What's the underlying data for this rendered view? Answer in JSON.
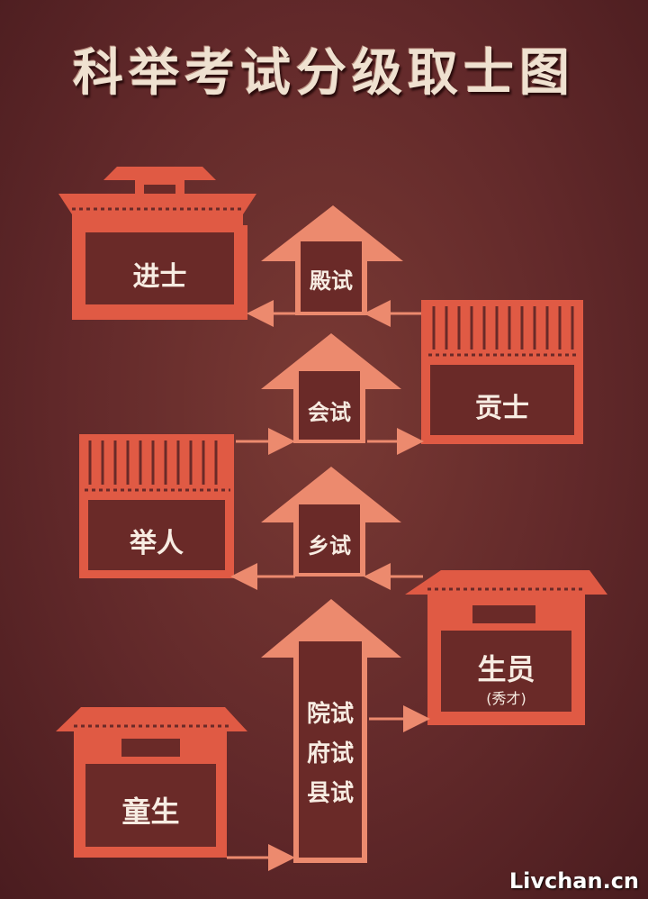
{
  "title": "科举考试分级取士图",
  "colors": {
    "fill": "#e05a44",
    "fill_light": "#ec8a6e",
    "panel": "#6a2a28",
    "text": "#f7ece2"
  },
  "ranks": {
    "jinshi": "进士",
    "gongshi": "贡士",
    "juren": "举人",
    "shengyuan": "生员",
    "shengyuan_note": "(秀才)",
    "tongsheng": "童生"
  },
  "exams": {
    "dianshi": "殿试",
    "huishi": "会试",
    "xiangshi": "乡试",
    "yuanshi": "院试",
    "fushi": "府试",
    "xianshi": "县试"
  },
  "watermark": "Livchan.cn"
}
